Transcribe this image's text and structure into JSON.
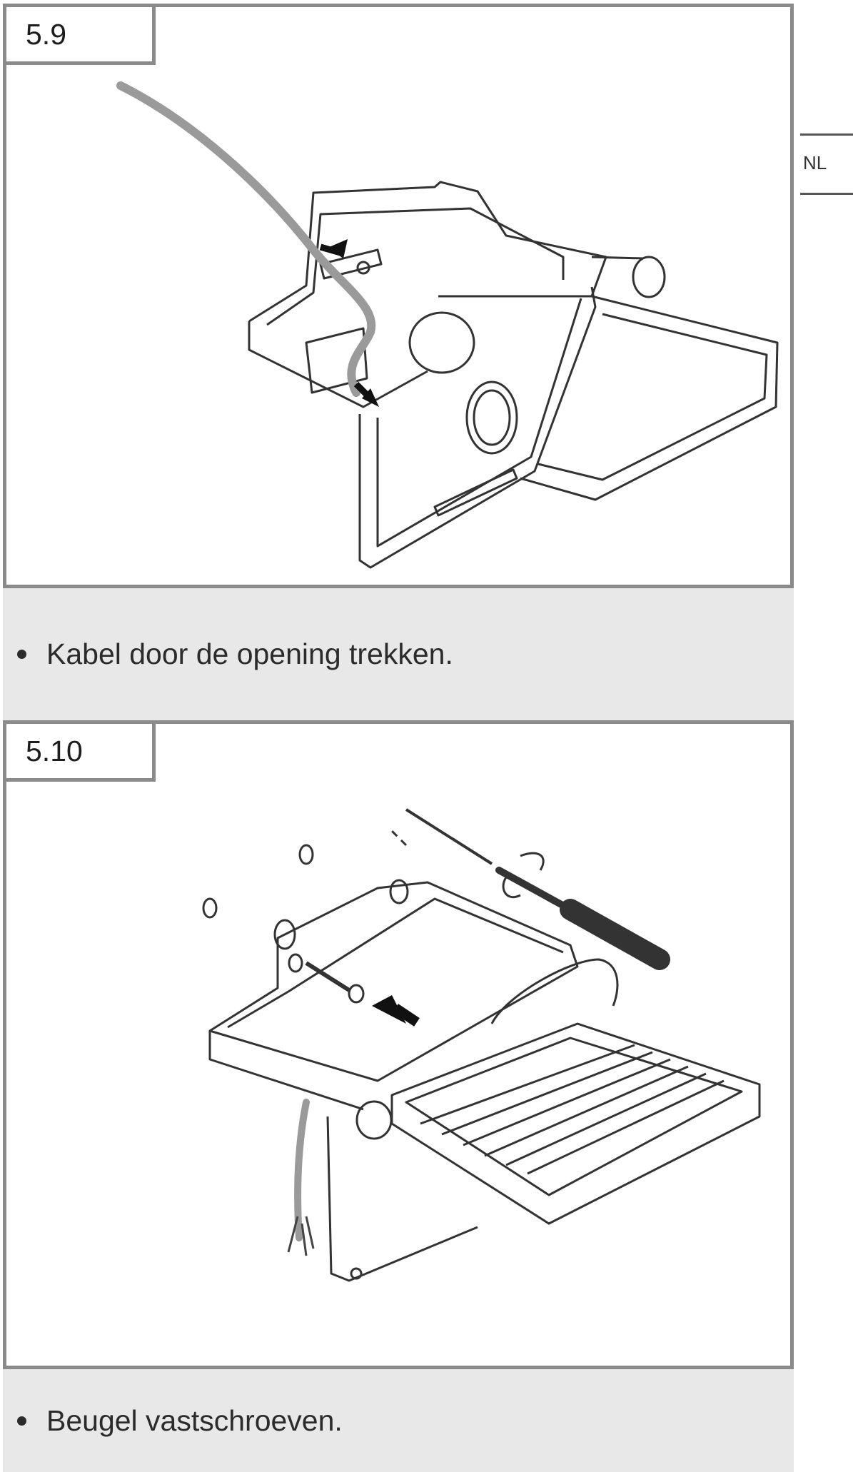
{
  "side_tab": {
    "language": "NL"
  },
  "steps": [
    {
      "number": "5.9",
      "caption": "Kabel door de opening trekken."
    },
    {
      "number": "5.10",
      "caption": "Beugel vastschroeven."
    }
  ]
}
